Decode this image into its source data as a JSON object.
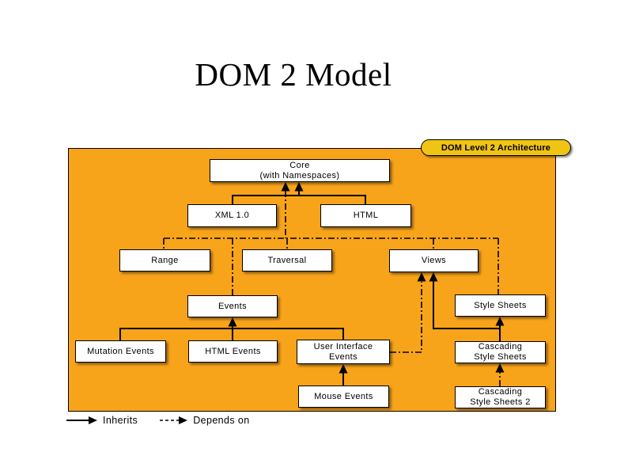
{
  "slide": {
    "title": "DOM 2 Model"
  },
  "diagram": {
    "badge": "DOM Level 2 Architecture",
    "colors": {
      "panel_bg": "#F8A41B",
      "badge_bg": "#F0C414",
      "node_bg": "#FFFFFF",
      "line": "#000000"
    },
    "nodes": {
      "core": {
        "line1": "Core",
        "line2": "(with Namespaces)"
      },
      "xml": {
        "line1": "XML 1.0"
      },
      "html": {
        "line1": "HTML"
      },
      "range": {
        "line1": "Range"
      },
      "traversal": {
        "line1": "Traversal"
      },
      "views": {
        "line1": "Views"
      },
      "events": {
        "line1": "Events"
      },
      "style_sheets": {
        "line1": "Style Sheets"
      },
      "mutation_events": {
        "line1": "Mutation Events"
      },
      "html_events": {
        "line1": "HTML Events"
      },
      "user_interface_events": {
        "line1": "User Interface",
        "line2": "Events"
      },
      "mouse_events": {
        "line1": "Mouse Events"
      },
      "cascading_style_sheets": {
        "line1": "Cascading",
        "line2": "Style Sheets"
      },
      "cascading_style_sheets_2": {
        "line1": "Cascading",
        "line2": "Style Sheets 2"
      }
    },
    "legend": {
      "inherits": "Inherits",
      "depends_on": "Depends on"
    }
  }
}
